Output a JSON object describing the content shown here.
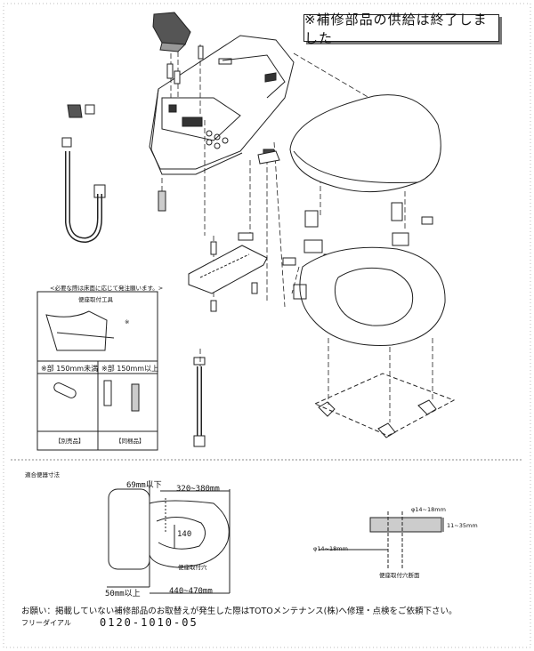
{
  "notice": "※補修部品の供給は終了しました",
  "inset": {
    "header": "<必要な際は床面に応じて発注願います。>",
    "top_label": "便座取付工具",
    "asterisk": "※",
    "col1": "※部 150mm未満",
    "col2": "※部 150mm以上",
    "foot1": "【別売品】",
    "foot2": "【同梱品】"
  },
  "section_title": "適合便器寸法",
  "dimensions": {
    "d69": "69mm以下",
    "d320": "320~380mm",
    "d140": "140",
    "d50": "50mm以上",
    "d440": "440~470mm",
    "mount_label": "便座取付穴",
    "phi_top": "φ14~18mm",
    "range_11": "11~35mm",
    "phi_bottom": "φ14~18mm",
    "section_label": "便座取付穴断面"
  },
  "footer": {
    "request": "お願い：掲載していない補修部品のお取替えが発生した際はTOTOメンテナンス(株)へ修理・点検をご依頼下さい。",
    "free_dial_label": "フリーダイアル",
    "phone": "0120-1010-05"
  }
}
